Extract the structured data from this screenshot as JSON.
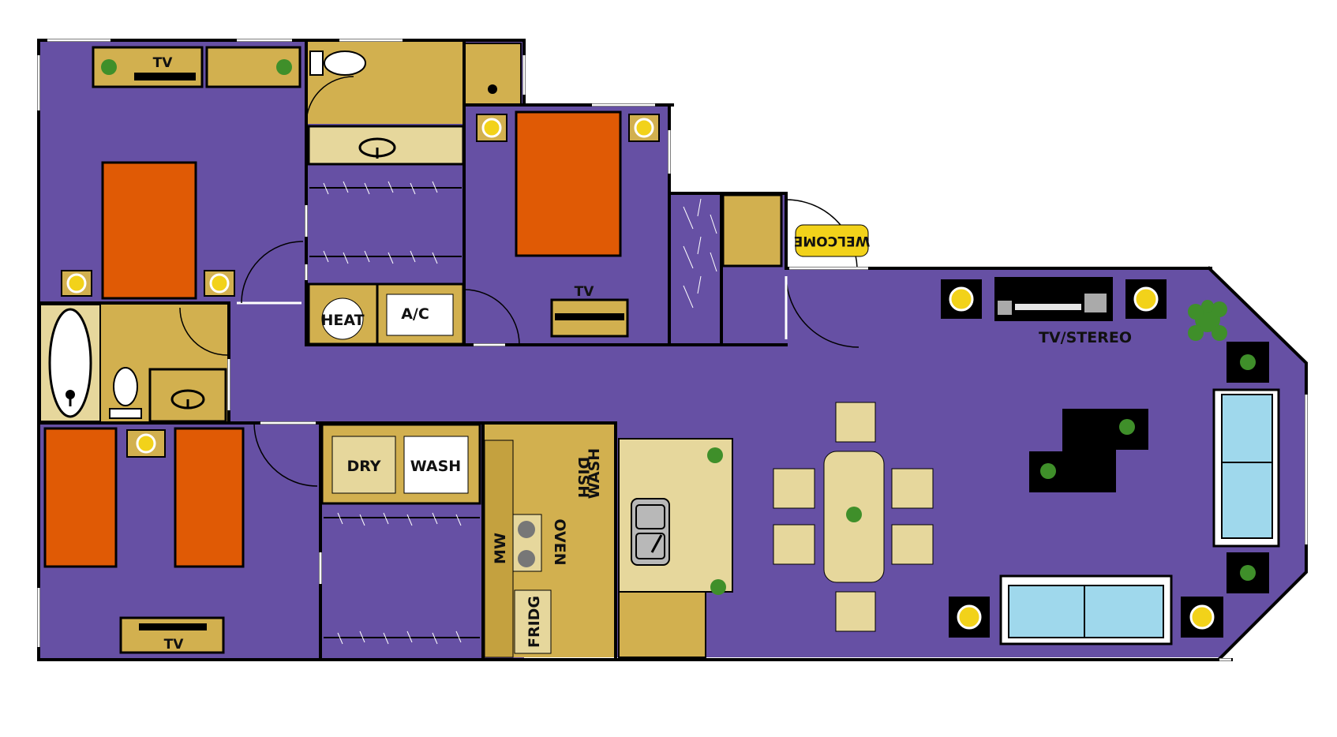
{
  "colors": {
    "floor": "#6650a4",
    "wall": "#000000",
    "fixture": "#d2b04f",
    "fixture_dark": "#c4a13f",
    "counter": "#e6d79c",
    "bed": "#e05a05",
    "sofa": "#9fd8ec",
    "plant": "#3f8f2a",
    "white": "#ffffff",
    "welcome_mat": "#f2d21a"
  },
  "labels": {
    "tv_master": "TV",
    "tv_bedroom2": "TV",
    "tv_bedroom3": "TV",
    "tv_stereo": "TV/STEREO",
    "heat": "HEAT",
    "ac": "A/C",
    "dry": "DRY",
    "wash": "WASH",
    "dish": "DISH",
    "dish_wash": "WASH",
    "mw": "MW",
    "oven": "OVEN",
    "fridge": "FRIDG",
    "welcome": "WELCOME"
  }
}
